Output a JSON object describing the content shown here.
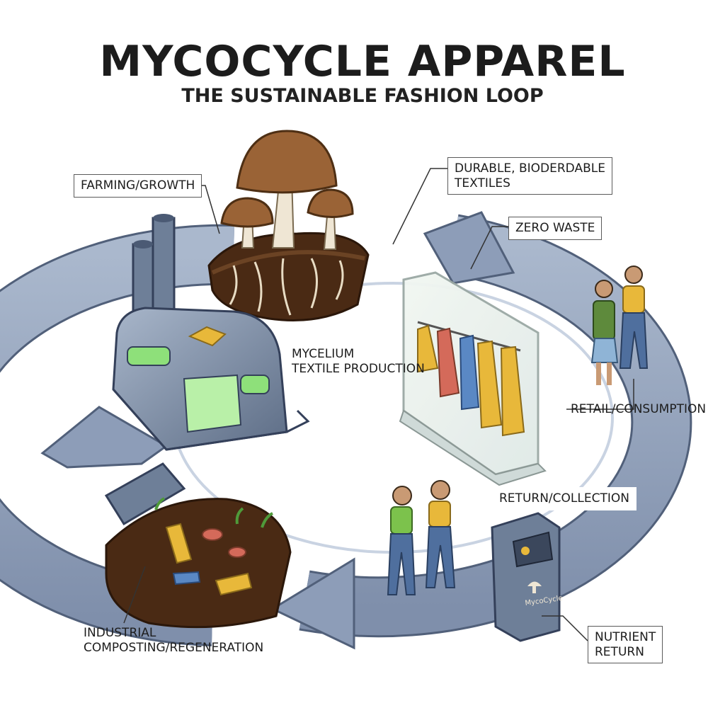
{
  "header": {
    "title": "MYCOCYCLE APPAREL",
    "subtitle": "THE SUSTAINABLE FASHION LOOP"
  },
  "labels": {
    "farming": "FARMING/GROWTH",
    "durable": "DURABLE, BIODERDABLE\nTEXTILES",
    "zero_waste": "ZERO WASTE",
    "mycelium": "MYCELIUM\nTEXTILE PRODUCTION",
    "retail": "RETAIL/CONSUMPTION",
    "return": "RETURN/COLLECTION",
    "composting": "INDUSTRIAL\nCOMPOSTING/REGENERATION",
    "nutrient": "NUTRIENT\nRETURN"
  },
  "bin_logo": "MycoCycle",
  "colors": {
    "loop": "#8d9db8",
    "loop_dark": "#51607a",
    "soil": "#4a2a14",
    "mushroom": "#9a6336",
    "metal": "#6e7f98",
    "screen": "#8ee07a",
    "garment_yellow": "#e8b83a",
    "garment_red": "#d46a5a",
    "garment_blue": "#5a88c4",
    "shirt_green": "#7cc24c",
    "jeans": "#4f6f9e"
  }
}
